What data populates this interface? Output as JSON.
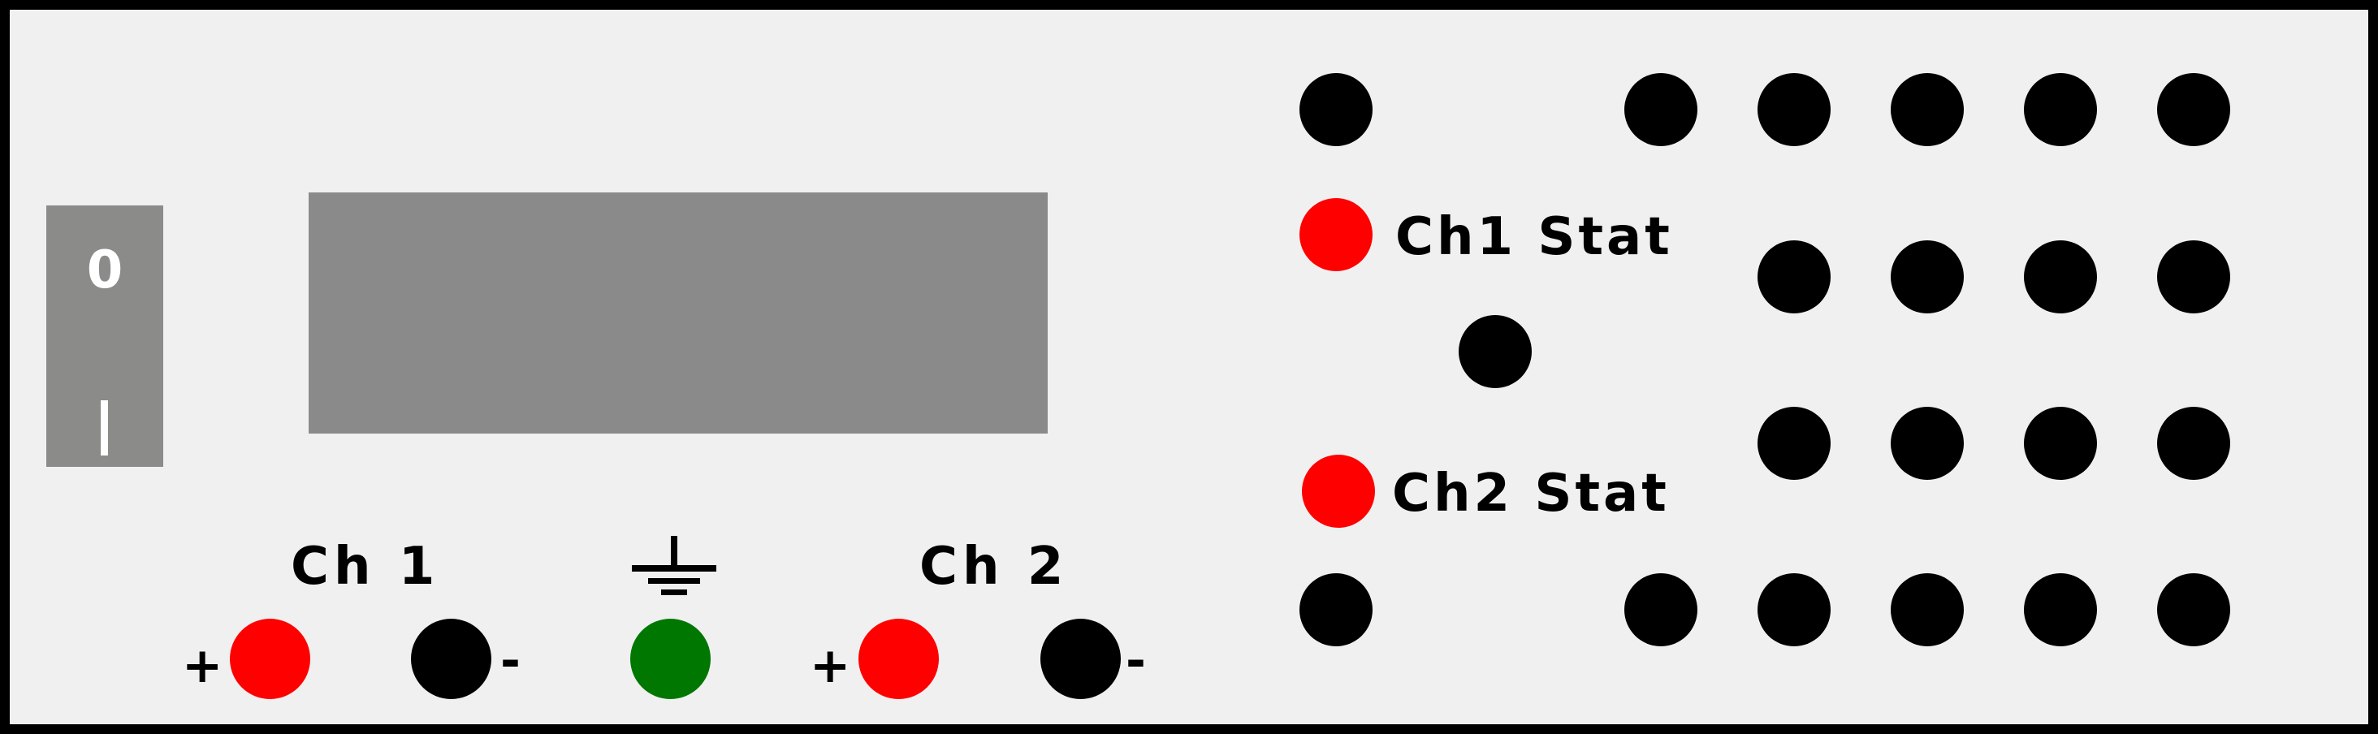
{
  "power_switch": {
    "off_label": "0",
    "on_label": "|",
    "color": "#8b8c89"
  },
  "display": {
    "color": "#8a8a8a"
  },
  "outputs": {
    "ch1_label": "Ch 1",
    "ch2_label": "Ch 2",
    "plus_sign": "+",
    "minus_sign": "-",
    "ground_icon": "ground-icon",
    "terminal_colors": {
      "positive": "#ff0000",
      "negative": "#000000",
      "ground": "#007700"
    }
  },
  "status": {
    "ch1_label": "Ch1 Stat",
    "ch2_label": "Ch2 Stat",
    "led_color": "#ff0000"
  },
  "colors": {
    "panel_border": "#000000",
    "panel_background": "#f0f0f0",
    "knob": "#000000"
  }
}
